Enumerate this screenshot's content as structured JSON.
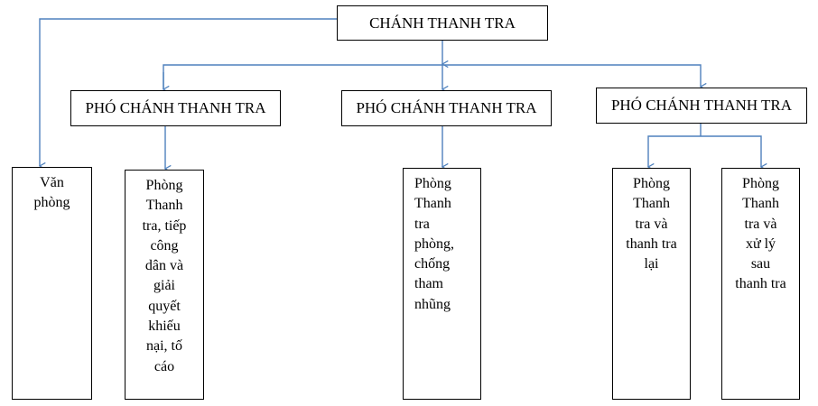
{
  "line_color": "#4f81bd",
  "border_color": "#000000",
  "chief": {
    "label": "CHÁNH THANH TRA"
  },
  "deputies": [
    {
      "label": "PHÓ CHÁNH THANH TRA"
    },
    {
      "label": "PHÓ CHÁNH THANH TRA"
    },
    {
      "label": "PHÓ CHÁNH THANH TRA"
    }
  ],
  "units": [
    {
      "lines": [
        "Văn",
        "phòng"
      ]
    },
    {
      "lines": [
        "Phòng",
        "Thanh",
        "tra, tiếp",
        "công",
        "dân và",
        "giải",
        "quyết",
        "khiếu",
        "nại, tố",
        "cáo"
      ]
    },
    {
      "lines": [
        "Phòng",
        "Thanh",
        "tra",
        "phòng,",
        "chống",
        "tham",
        "nhũng"
      ]
    },
    {
      "lines": [
        "Phòng",
        "Thanh",
        "tra và",
        "thanh tra",
        "lại"
      ]
    },
    {
      "lines": [
        "Phòng",
        "Thanh",
        "tra và",
        "xử lý",
        "sau",
        "thanh tra"
      ]
    }
  ]
}
